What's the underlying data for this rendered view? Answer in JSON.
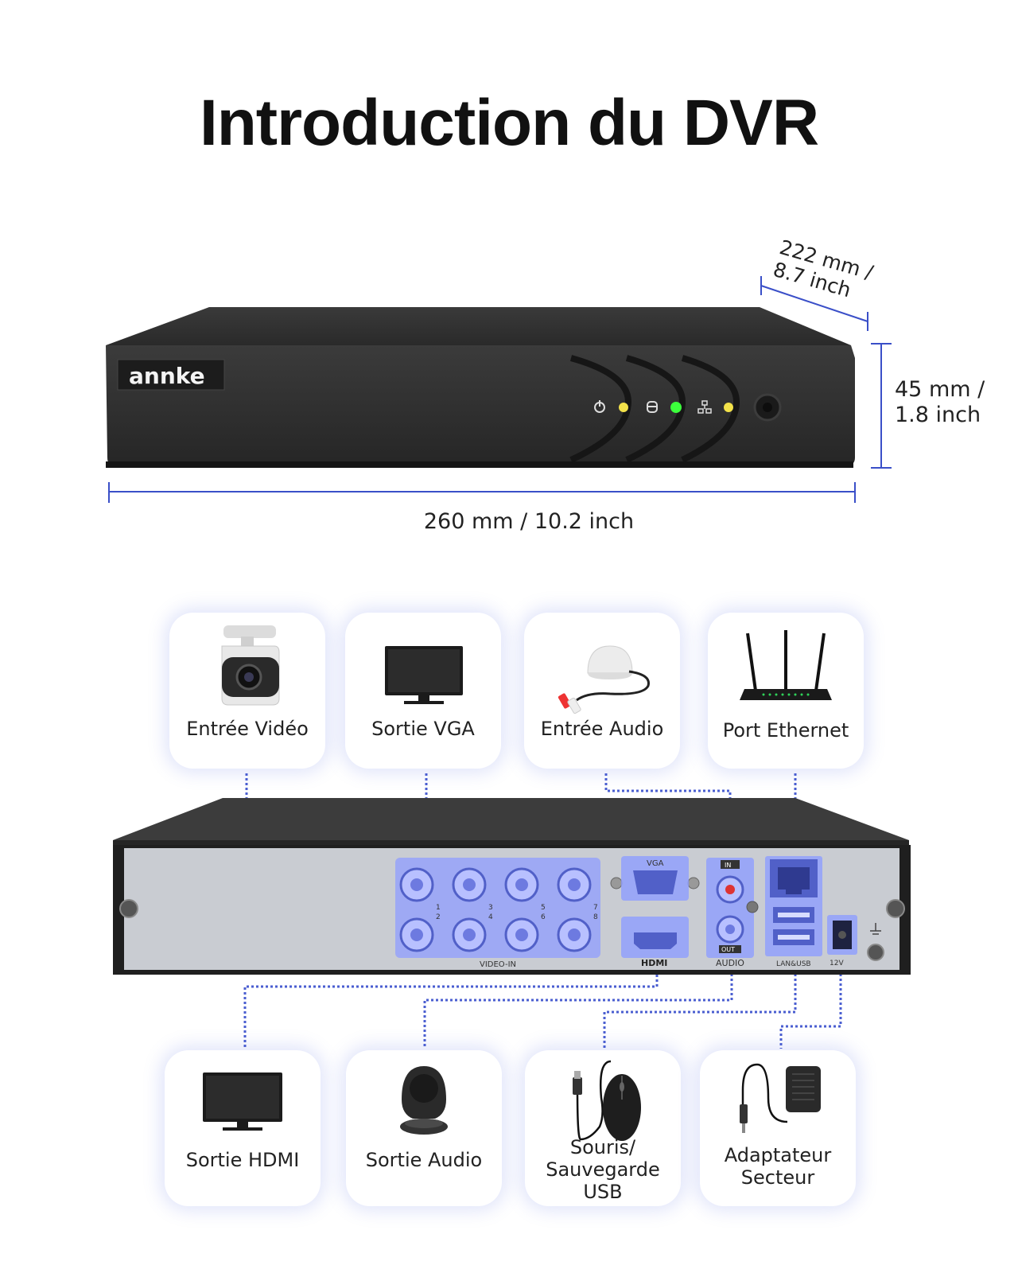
{
  "title": "Introduction du DVR",
  "brand": "annke",
  "dimensions": {
    "depth": "222 mm /\n8.7 inch",
    "depth_line1": "222 mm /",
    "depth_line2": "8.7 inch",
    "height_line1": "45 mm /",
    "height_line2": "1.8 inch",
    "width": "260 mm / 10.2 inch"
  },
  "front_leds": [
    {
      "icon": "power-icon",
      "color": "#f3e24a"
    },
    {
      "icon": "hdd-icon",
      "color": "#3cff3c"
    },
    {
      "icon": "network-icon",
      "color": "#f3e24a"
    }
  ],
  "rear_labels": {
    "vga": "VGA",
    "video_in": "VIDEO-IN",
    "hdmi": "HDMI",
    "audio": "AUDIO",
    "audio_in": "IN",
    "audio_out": "OUT",
    "lan_usb": "LAN&USB",
    "power": "12V",
    "bnc_numbers": [
      "1",
      "2",
      "3",
      "4",
      "5",
      "6",
      "7",
      "8"
    ]
  },
  "top_cards": [
    {
      "label": "Entrée Vidéo",
      "icon": "bullet-camera-icon"
    },
    {
      "label": "Sortie VGA",
      "icon": "monitor-icon"
    },
    {
      "label": "Entrée Audio",
      "icon": "microphone-icon"
    },
    {
      "label": "Port Ethernet",
      "icon": "router-icon"
    }
  ],
  "bottom_cards": [
    {
      "label": "Sortie HDMI",
      "icon": "monitor-icon"
    },
    {
      "label": "Sortie Audio",
      "icon": "speaker-icon"
    },
    {
      "label": "Souris/\nSauvegarde\nUSB",
      "icon": "mouse-icon"
    },
    {
      "label": "Adaptateur\nSecteur",
      "icon": "power-adapter-icon"
    }
  ],
  "colors": {
    "accent": "#3a4fc8",
    "highlight": "#8f9dff",
    "device": "#2b2b2b"
  }
}
